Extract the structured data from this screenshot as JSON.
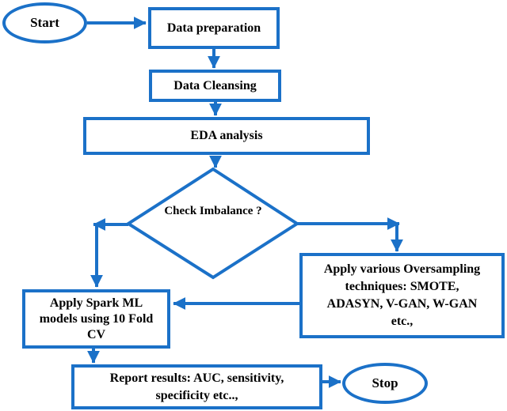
{
  "diagram": {
    "type": "flowchart",
    "colors": {
      "accent": "#1B71C8",
      "text": "#000000",
      "background": "#FFFFFF"
    },
    "nodes": {
      "start": {
        "type": "terminator",
        "label": "Start"
      },
      "data_preparation": {
        "type": "process",
        "label": "Data preparation"
      },
      "data_cleansing": {
        "type": "process",
        "label": "Data Cleansing"
      },
      "eda": {
        "type": "process",
        "label": "EDA analysis"
      },
      "check_imbalance": {
        "type": "decision",
        "label": "Check Imbalance ?",
        "lines": [
          "Check",
          "Imbalance",
          "?"
        ]
      },
      "oversampling": {
        "type": "process",
        "label": "Apply various Oversampling techniques: SMOTE, ADASYN, V-GAN, W-GAN etc.,",
        "lines": [
          "Apply various Oversampling",
          "techniques: SMOTE,",
          "ADASYN, V-GAN, W-GAN",
          "etc.,"
        ]
      },
      "spark_ml": {
        "type": "process",
        "label": "Apply Spark ML models using 10 Fold CV",
        "lines": [
          "Apply Spark ML",
          "models using 10 Fold",
          "CV"
        ]
      },
      "report": {
        "type": "process",
        "label": "Report results: AUC, sensitivity, specificity etc..,",
        "lines": [
          "Report results: AUC, sensitivity,",
          "specificity etc..,"
        ]
      },
      "stop": {
        "type": "terminator",
        "label": "Stop"
      }
    },
    "edges": [
      {
        "from": "start",
        "to": "data_preparation"
      },
      {
        "from": "data_preparation",
        "to": "data_cleansing"
      },
      {
        "from": "data_cleansing",
        "to": "eda"
      },
      {
        "from": "eda",
        "to": "check_imbalance"
      },
      {
        "from": "check_imbalance",
        "to": "oversampling"
      },
      {
        "from": "check_imbalance",
        "to": "spark_ml"
      },
      {
        "from": "oversampling",
        "to": "spark_ml"
      },
      {
        "from": "spark_ml",
        "to": "report"
      },
      {
        "from": "report",
        "to": "stop"
      }
    ]
  }
}
